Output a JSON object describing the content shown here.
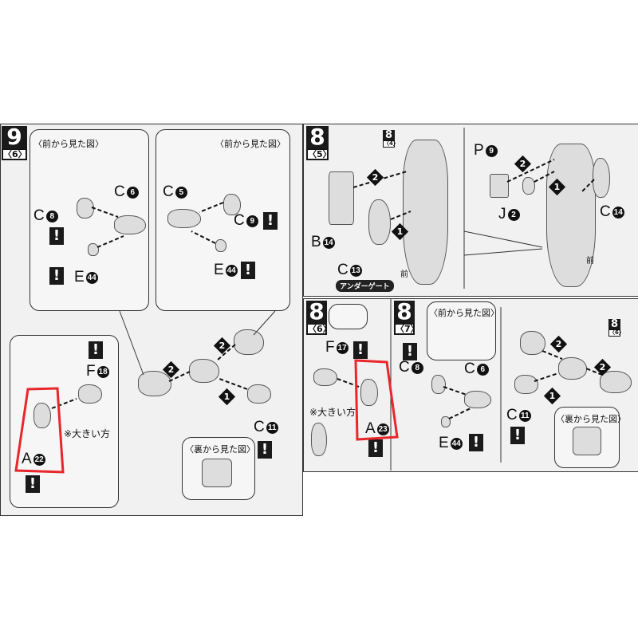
{
  "left_panel": {
    "step": {
      "number": "9",
      "sub": "〈6〉"
    },
    "front_view_label": "〈前から見た図〉",
    "back_view_label": "〈裏から見た図〉",
    "larger_side_note": "※大きい方",
    "parts": [
      {
        "letter": "C",
        "num": "6"
      },
      {
        "letter": "C",
        "num": "8"
      },
      {
        "letter": "E",
        "num": "44"
      },
      {
        "letter": "C",
        "num": "5"
      },
      {
        "letter": "C",
        "num": "9"
      },
      {
        "letter": "E",
        "num": "44"
      },
      {
        "letter": "F",
        "num": "18"
      },
      {
        "letter": "A",
        "num": "22"
      },
      {
        "letter": "C",
        "num": "11"
      }
    ],
    "order_markers": [
      "2",
      "2",
      "1"
    ],
    "warning": "!"
  },
  "right_top_panel": {
    "step": {
      "number": "8",
      "sub": "〈5〉"
    },
    "ref_step": {
      "number": "8",
      "sub": "〈4〉"
    },
    "parts": [
      {
        "letter": "B",
        "num": "14"
      },
      {
        "letter": "C",
        "num": "13"
      },
      {
        "letter": "P",
        "num": "9"
      },
      {
        "letter": "J",
        "num": "2"
      },
      {
        "letter": "C",
        "num": "14"
      }
    ],
    "order_markers": [
      "2",
      "1",
      "2",
      "1"
    ],
    "undergate_label": "アンダーゲート",
    "front_label": "前"
  },
  "right_bottom_panel": {
    "step_a": {
      "number": "8",
      "sub": "〈6〉"
    },
    "step_b": {
      "number": "8",
      "sub": "〈7〉"
    },
    "ref_step": {
      "number": "8",
      "sub": "〈6〉"
    },
    "front_view_label": "〈前から見た図〉",
    "back_view_label": "〈裏から見た図〉",
    "larger_side_note": "※大きい方",
    "parts": [
      {
        "letter": "F",
        "num": "17"
      },
      {
        "letter": "A",
        "num": "23"
      },
      {
        "letter": "C",
        "num": "8"
      },
      {
        "letter": "C",
        "num": "6"
      },
      {
        "letter": "E",
        "num": "44"
      },
      {
        "letter": "C",
        "num": "11"
      }
    ],
    "order_markers": [
      "2",
      "2",
      "1"
    ],
    "warning": "!"
  },
  "highlight_color": "#e8262b"
}
